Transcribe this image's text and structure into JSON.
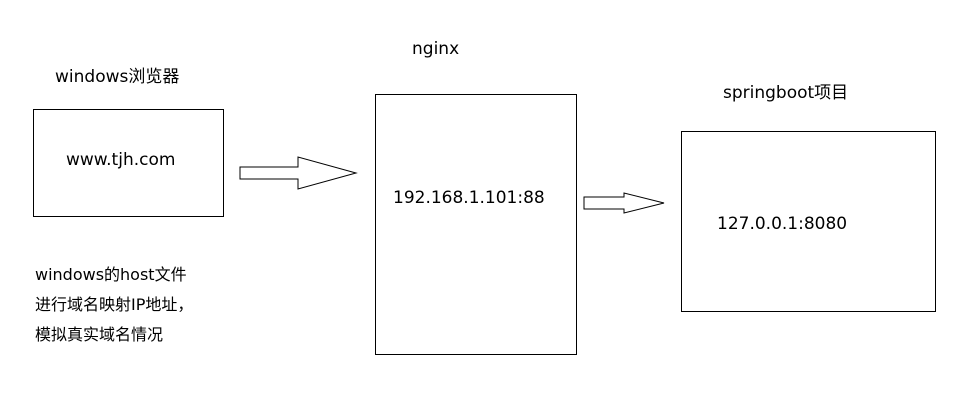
{
  "browser": {
    "title": "windows浏览器",
    "content": "www.tjh.com"
  },
  "nginx": {
    "title": "nginx",
    "content": "192.168.1.101:88"
  },
  "springboot": {
    "title": "springboot项目",
    "content": "127.0.0.1:8080"
  },
  "note": {
    "lines": [
      "windows的host文件",
      "进行域名映射IP地址，",
      "模拟真实域名情况"
    ]
  }
}
